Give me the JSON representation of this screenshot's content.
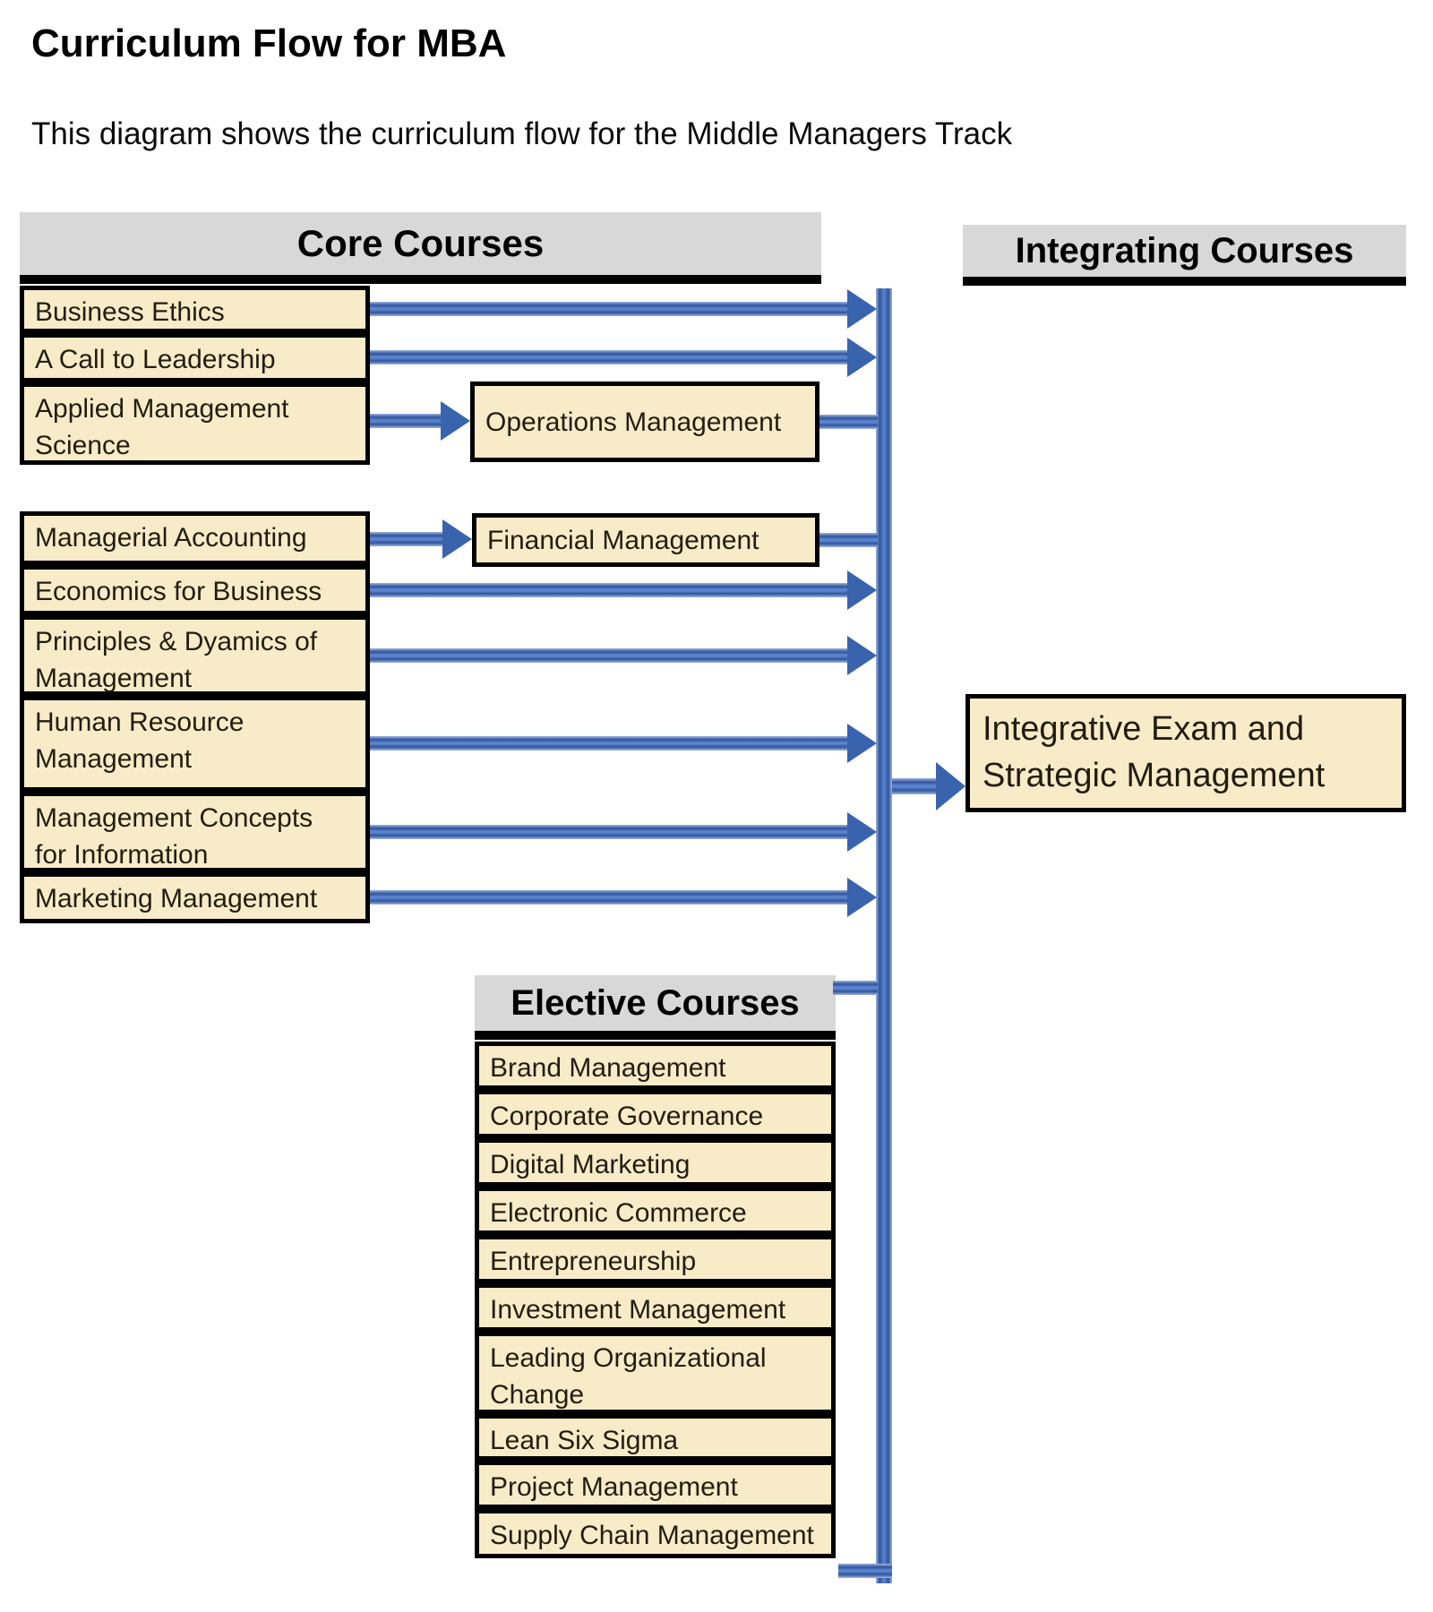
{
  "title": "Curriculum Flow for MBA",
  "subtitle": "This diagram shows the curriculum flow for the  Middle Managers Track",
  "core": {
    "header": "Core Courses",
    "courses": [
      "Business Ethics",
      "A Call to Leadership",
      "Applied Management\nScience",
      "Managerial Accounting",
      "Economics for Business",
      "Principles & Dyamics of\nManagement",
      "Human Resource\nManagement",
      "Management Concepts\nfor Information",
      "Marketing Management"
    ]
  },
  "derived": {
    "operations": "Operations Management",
    "financial": "Financial Management"
  },
  "integrating": {
    "header": "Integrating Courses",
    "capstone": "Integrative Exam and\nStrategic Management"
  },
  "elective": {
    "header": "Elective Courses",
    "courses": [
      "Brand Management",
      "Corporate Governance",
      "Digital Marketing",
      "Electronic Commerce",
      "Entrepreneurship",
      "Investment Management",
      "Leading Organizational\nChange",
      "Lean Six Sigma",
      "Project Management",
      "Supply Chain Management"
    ]
  },
  "colors": {
    "box_fill": "#f8ecc8",
    "header_fill": "#d8d8d8",
    "arrow_blue": "#3a63ae",
    "arrow_blue_dark": "#2f549c",
    "arrow_blue_light": "#5b84cf",
    "border_black": "#000000",
    "background": "#ffffff"
  }
}
